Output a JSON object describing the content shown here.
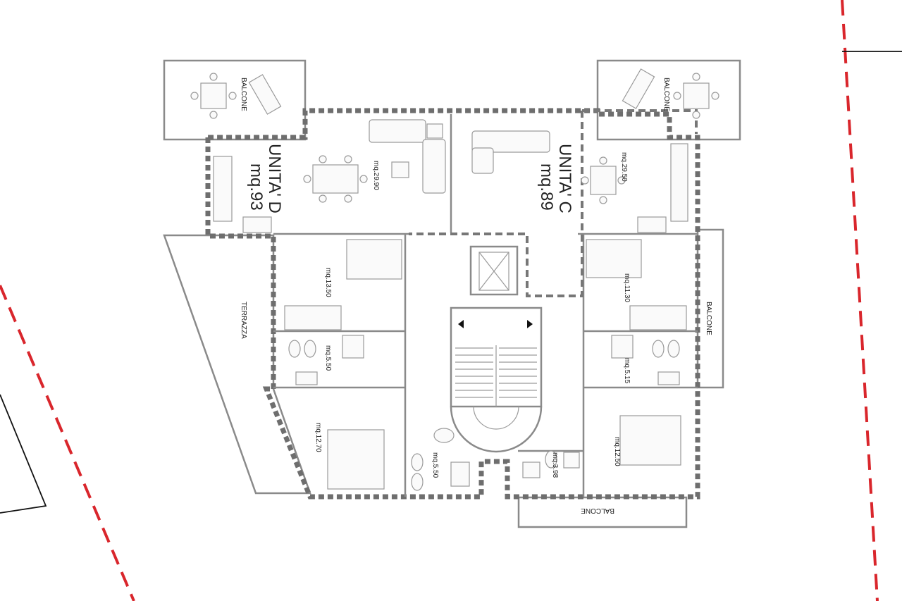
{
  "plan": {
    "units": [
      {
        "name": "UNITA' D",
        "area": "mq.93"
      },
      {
        "name": "UNITA' C",
        "area": "mq.89"
      }
    ],
    "rooms": [
      {
        "label": "mq.29.90"
      },
      {
        "label": "mq.29.50"
      },
      {
        "label": "mq.13.50"
      },
      {
        "label": "mq.11.30"
      },
      {
        "label": "mq.5.50"
      },
      {
        "label": "mq.5.15"
      },
      {
        "label": "mq.12.70"
      },
      {
        "label": "mq.5.50"
      },
      {
        "label": "mq.3.98"
      },
      {
        "label": "mq.12.50"
      }
    ],
    "outdoor": [
      {
        "label": "BALCONE"
      },
      {
        "label": "BALCONE"
      },
      {
        "label": "TERRAZZA"
      },
      {
        "label": "BALCONE"
      },
      {
        "label": "BALCONE"
      }
    ],
    "colors": {
      "wall": "#6e6e6e",
      "boundary": "#d9262c",
      "furniture": "#9a9a9a"
    }
  }
}
